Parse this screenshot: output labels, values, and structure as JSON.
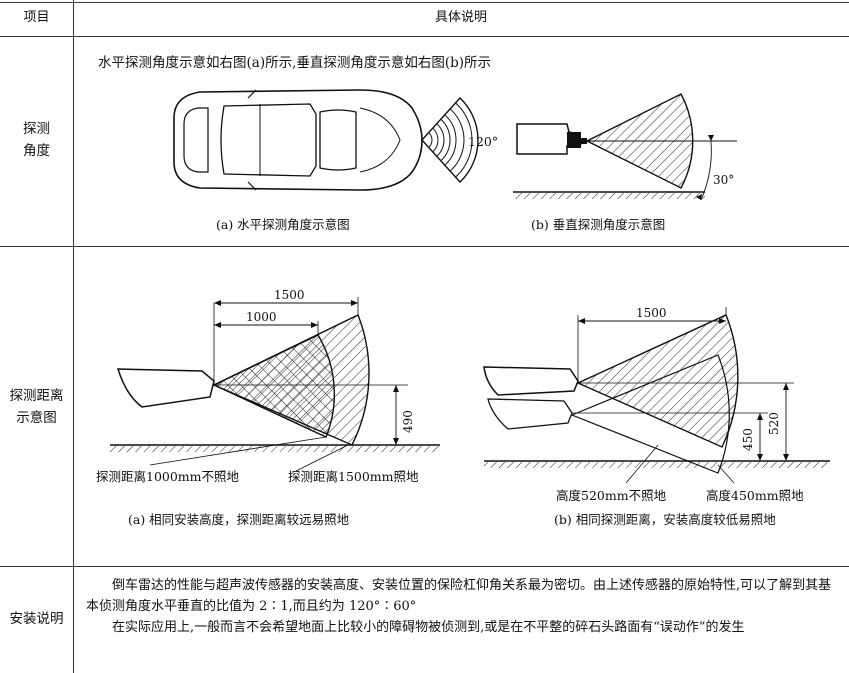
{
  "header": {
    "col1": "项目",
    "col2": "具体说明"
  },
  "row1": {
    "label_line1": "探测",
    "label_line2": "角度",
    "intro": "水平探测角度示意如右图(a)所示,垂直探测角度示意如右图(b)所示",
    "fig_a_caption": "(a) 水平探测角度示意图",
    "fig_b_caption": "(b) 垂直探测角度示意图",
    "angle_h": "120°",
    "angle_v": "30°"
  },
  "row2": {
    "label_line1": "探测距离",
    "label_line2": "示意图",
    "left": {
      "dim_outer": "1500",
      "dim_inner": "1000",
      "dim_height": "490",
      "label_1": "探测距离1000mm不照地",
      "label_2": "探测距离1500mm照地",
      "caption": "(a) 相同安装高度，探测距离较远易照地"
    },
    "right": {
      "dim_outer": "1500",
      "dim_h1": "450",
      "dim_h2": "520",
      "label_1": "高度520mm不照地",
      "label_2": "高度450mm照地",
      "caption": "(b) 相同探测距离，安装高度较低易照地"
    }
  },
  "row3": {
    "label": "安装说明",
    "para_1": "倒车雷达的性能与超声波传感器的安装高度、安装位置的保险杠仰角关系最为密切。由上述传感器的原始特性,可以了解到其基本侦测角度水平垂直的比值为 2∶1,而且约为 120°∶60°",
    "para_2": "在实际应用上,一般而言不会希望地面上比较小的障碍物被侦测到,或是在不平整的碎石头路面有“误动作”的发生"
  }
}
